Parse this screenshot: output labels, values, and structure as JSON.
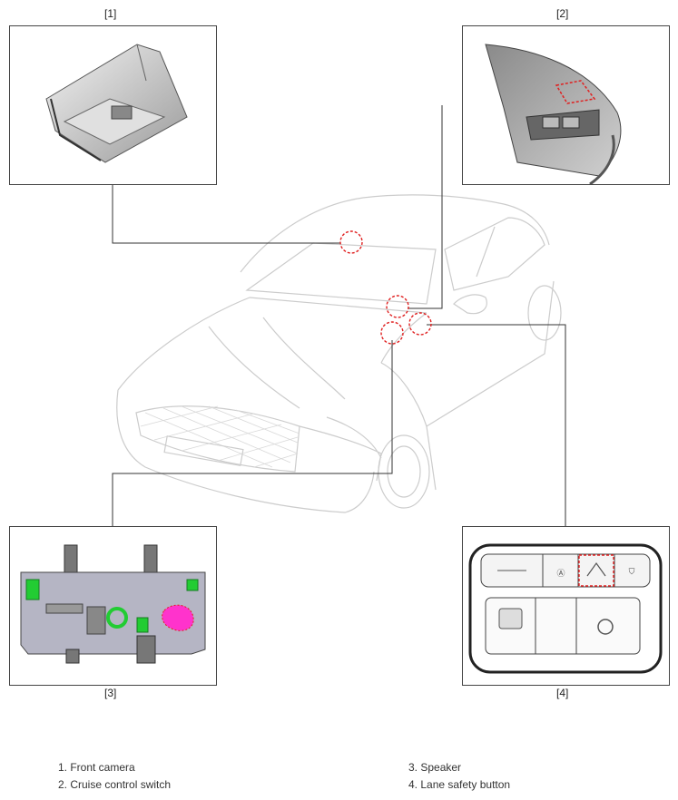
{
  "callouts": [
    {
      "id": "1",
      "label": "[1]"
    },
    {
      "id": "2",
      "label": "[2]"
    },
    {
      "id": "3",
      "label": "[3]"
    },
    {
      "id": "4",
      "label": "[4]"
    }
  ],
  "legend": {
    "left": [
      "1. Front camera",
      "2. Cruise control switch"
    ],
    "right": [
      "3. Speaker",
      "4. Lane safety button"
    ]
  },
  "colors": {
    "highlight": "#e02020",
    "speaker": "#ff33cc",
    "connector": "#22cc33",
    "outline": "#cccccc",
    "line": "#333333"
  }
}
